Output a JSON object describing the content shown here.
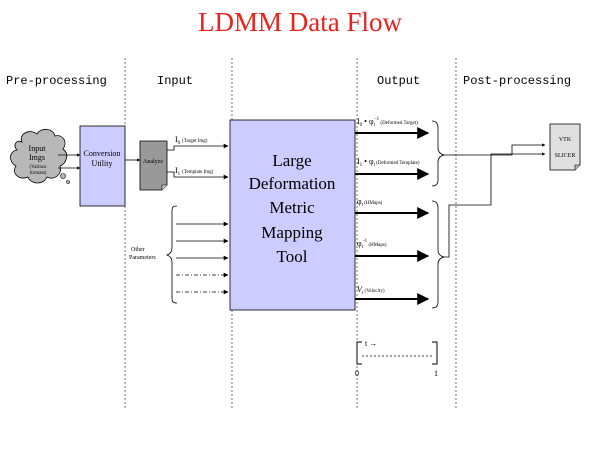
{
  "title": "LDMM Data Flow",
  "colors": {
    "title": "#e8231c",
    "box_fill": "#ccccff",
    "analyze_fill": "#999999",
    "vtk_fill": "#e0e0e0"
  },
  "phases": {
    "preprocessing": "Pre-processing",
    "input": "Input",
    "output": "Output",
    "postprocessing": "Post-processing"
  },
  "input_imgs": {
    "line1": "Input",
    "line2": "Imgs",
    "line3": "(Various",
    "line4": "formats)"
  },
  "conversion": {
    "line1": "Conversion",
    "line2": "Utility"
  },
  "analyze": "Analyze",
  "inputs": {
    "i0": "I",
    "i0_sub": "0",
    "i0_desc": "(Target Img)",
    "i1": "I",
    "i1_sub": "1",
    "i1_desc": "(Template Img)"
  },
  "other_parameters": {
    "line1": "Other",
    "line2": "Parameters"
  },
  "main_tool": {
    "line1": "Large",
    "line2": "Deformation",
    "line3": "Metric",
    "line4": "Mapping",
    "line5": "Tool"
  },
  "outputs": {
    "o1_main": "I",
    "o1_sub": "0",
    "o1_mid": " • φ",
    "o1_sub2": "t",
    "o1_sup": "-1",
    "o1_desc": " (Deformed Target)",
    "o2_main": "I",
    "o2_sub": "1",
    "o2_mid": " • φ",
    "o2_sub2": "t",
    "o2_desc": " (Deformed Template)",
    "o3_main": "φ",
    "o3_sub": "t",
    "o3_desc": " (HMaps)",
    "o4_main": "φ",
    "o4_sub": "t",
    "o4_sup": "-1",
    "o4_desc": " (HMaps)",
    "o5_main": "V",
    "o5_sub": "t",
    "o5_desc": " (Velocity)"
  },
  "vtk": {
    "line1": "VTK",
    "line2": "SLICER"
  },
  "time_scale": {
    "t_label": "t →",
    "start": "0",
    "end": "1"
  }
}
